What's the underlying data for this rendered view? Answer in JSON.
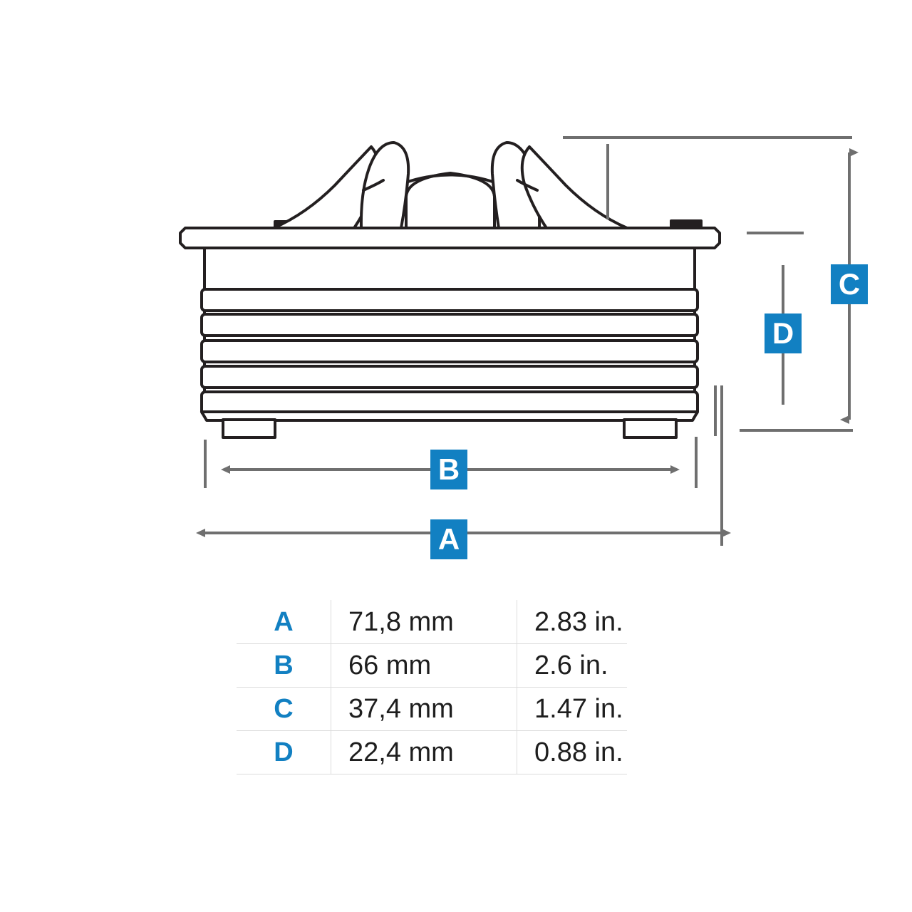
{
  "drawing": {
    "title": "Product dimension drawing",
    "view": "front-elevation",
    "line_color": "#231f20",
    "dimension_line_color": "#6f6f6f",
    "accent_color": "#1280C2",
    "dimension_markers": [
      {
        "id": "A",
        "label": "A",
        "orientation": "horizontal",
        "arrows": "both"
      },
      {
        "id": "B",
        "label": "B",
        "orientation": "horizontal",
        "arrows": "both"
      },
      {
        "id": "C",
        "label": "C",
        "orientation": "vertical",
        "arrows": "both"
      },
      {
        "id": "D",
        "label": "D",
        "orientation": "vertical",
        "arrows": "none"
      }
    ]
  },
  "table": {
    "rows": [
      {
        "letter": "A",
        "mm": "71,8 mm",
        "inch": "2.83 in."
      },
      {
        "letter": "B",
        "mm": "66 mm",
        "inch": "2.6 in."
      },
      {
        "letter": "C",
        "mm": "37,4 mm",
        "inch": "1.47 in."
      },
      {
        "letter": "D",
        "mm": "22,4 mm",
        "inch": "0.88 in."
      }
    ]
  }
}
